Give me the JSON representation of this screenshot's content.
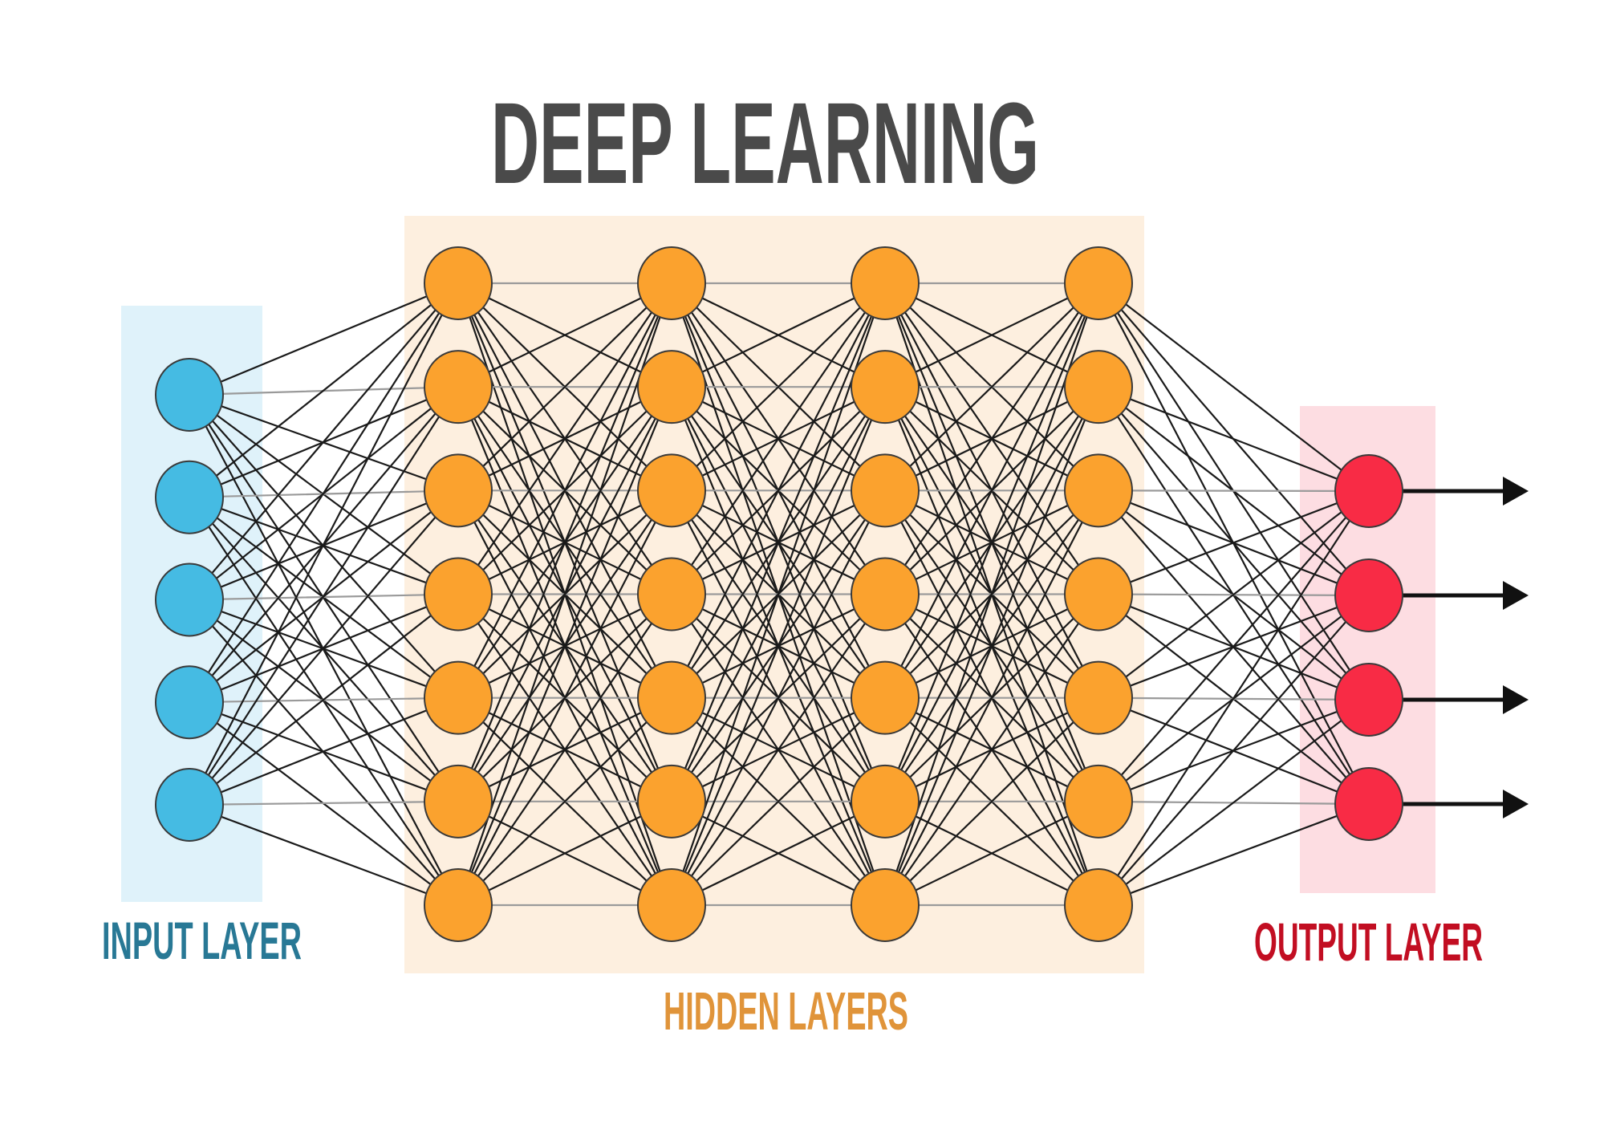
{
  "title": "DEEP LEARNING",
  "layers": {
    "input": {
      "label": "INPUT LAYER",
      "node_count": 5,
      "node_color": "#45BBE3",
      "box_color": "#DFF2FA",
      "label_color": "#287895"
    },
    "hidden": {
      "label": "HIDDEN LAYERS",
      "layer_count": 4,
      "nodes_per_layer": 7,
      "node_color": "#FBA22E",
      "box_color": "#FDEFDF",
      "label_color": "#E0943A"
    },
    "output": {
      "label": "OUTPUT LAYER",
      "node_count": 4,
      "node_color": "#F82B45",
      "box_color": "#FDDDE2",
      "label_color": "#C20E22",
      "has_output_arrows": true
    }
  },
  "connectivity": "fully-connected",
  "colors": {
    "title": "#4A4A4A",
    "edge": "#1A1A1A",
    "edge_horizontal": "#9A9A9A",
    "node_stroke": "#3A3A3A"
  }
}
